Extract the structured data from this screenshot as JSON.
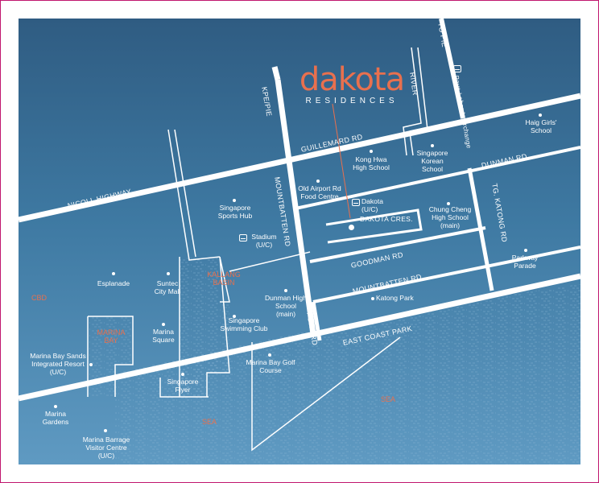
{
  "brand": {
    "name": "dakota",
    "subtitle": "RESIDENCES",
    "accent": "#e8704e",
    "frame_color": "#c0166f"
  },
  "roads": {
    "guillemard": "GUILLEMARD RD",
    "nicoll": "NICOLL HIGHWAY",
    "dunman": "DUNMAN RD",
    "mountbatten_v": "MOUNTBATTEN RD",
    "mountbatten_h": "MOUNTBATTEN RD",
    "goodman": "GOODMAN RD",
    "fort": "FORT RD",
    "tg_katong": "TG. KATONG RD",
    "kpe": "KPE/PIE",
    "to_pie": "TO PIE",
    "ecp": "EAST COAST PARK",
    "river": "RIVER",
    "dakota_cres": "DAKOTA CRES."
  },
  "areas": {
    "cbd": "CBD",
    "kallang": "KALLANG BASIN",
    "marina_bay": "MARINA BAY",
    "sea1": "SEA",
    "sea2": "SEA"
  },
  "places": {
    "kong_hwa": "Kong Hwa High School",
    "singapore_korean": "Singapore Korean School",
    "haig": "Haig Girls' School",
    "old_airport": "Old Airport Rd Food Centre",
    "dakota_station": "Dakota (U/C)",
    "chung_cheng": "Chung Cheng High School (main)",
    "sports_hub": "Singapore Sports Hub",
    "stadium": "Stadium (U/C)",
    "parkway": "Parkway Parade",
    "esplanade": "Esplanade",
    "suntec": "Suntec City Mall",
    "dunman_high": "Dunman High School (main)",
    "katong_park": "Katong Park",
    "swimming_club": "Singapore Swimming Club",
    "marina_square": "Marina Square",
    "mbs": "Marina Bay Sands Integrated Resort (U/C)",
    "golf": "Marina Bay Golf Course",
    "flyer": "Singapore Flyer",
    "marina_gardens": "Marina Gardens",
    "barrage": "Marina Barrage Visitor Centre (U/C)",
    "paya_lebar": "Paya Lebar Interchange"
  }
}
